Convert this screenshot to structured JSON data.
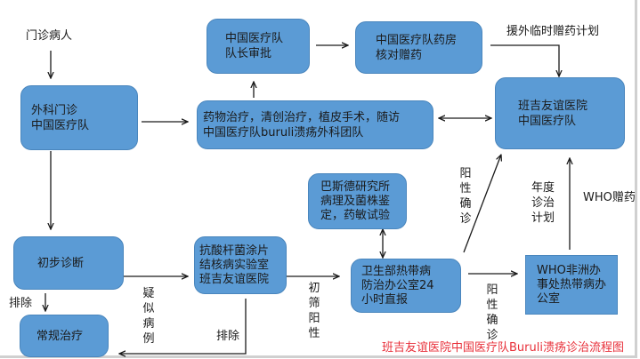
{
  "title": "班吉友谊医院中国医疗队Buruli溃疡诊治流程图",
  "colors": {
    "box_fill": "#5b9bd5",
    "title_color": "#e8303a"
  },
  "nodes": {
    "outpatient_label": "门诊病人",
    "surgery_clinic": [
      "外科门诊",
      "中国医疗队"
    ],
    "team_approval": [
      "中国医疗队",
      "队长审批"
    ],
    "pharmacy": [
      "中国医疗队药房",
      "核对赠药"
    ],
    "treatment_team": [
      "药物治疗，清创治疗，植皮手术，随访",
      "中国医疗队buruli溃疡外科团队"
    ],
    "bangui_hospital": [
      "班吉友谊医院",
      "中国医疗队"
    ],
    "initial_diagnosis": [
      "初步诊断"
    ],
    "routine_treatment": [
      "常规治疗"
    ],
    "afb_lab": [
      "抗酸杆菌涂片",
      "结核病实验室",
      "班吉友谊医院"
    ],
    "pasteur": [
      "巴斯德研究所",
      "病理及菌株鉴",
      "定，药敏试验"
    ],
    "ministry_office": [
      "卫生部热带病",
      "防治办公室24",
      "小时直报"
    ],
    "who_office": [
      "WHO非洲办",
      "事处热带病办",
      "公室"
    ]
  },
  "edge_labels": {
    "aid_plan": "援外临时赠药计划",
    "exclude_left": "排除",
    "exclude_bottom": "排除",
    "suspected": [
      "疑",
      "似",
      "病",
      "例"
    ],
    "screen_positive": [
      "初",
      "筛",
      "阳",
      "性"
    ],
    "confirmed_up": [
      "阳",
      "性",
      "确",
      "诊"
    ],
    "confirmed_right": [
      "阳",
      "性",
      "确",
      "诊"
    ],
    "annual_plan": [
      "年度",
      "诊治",
      "计划"
    ],
    "who_donation": "WHO赠药"
  }
}
